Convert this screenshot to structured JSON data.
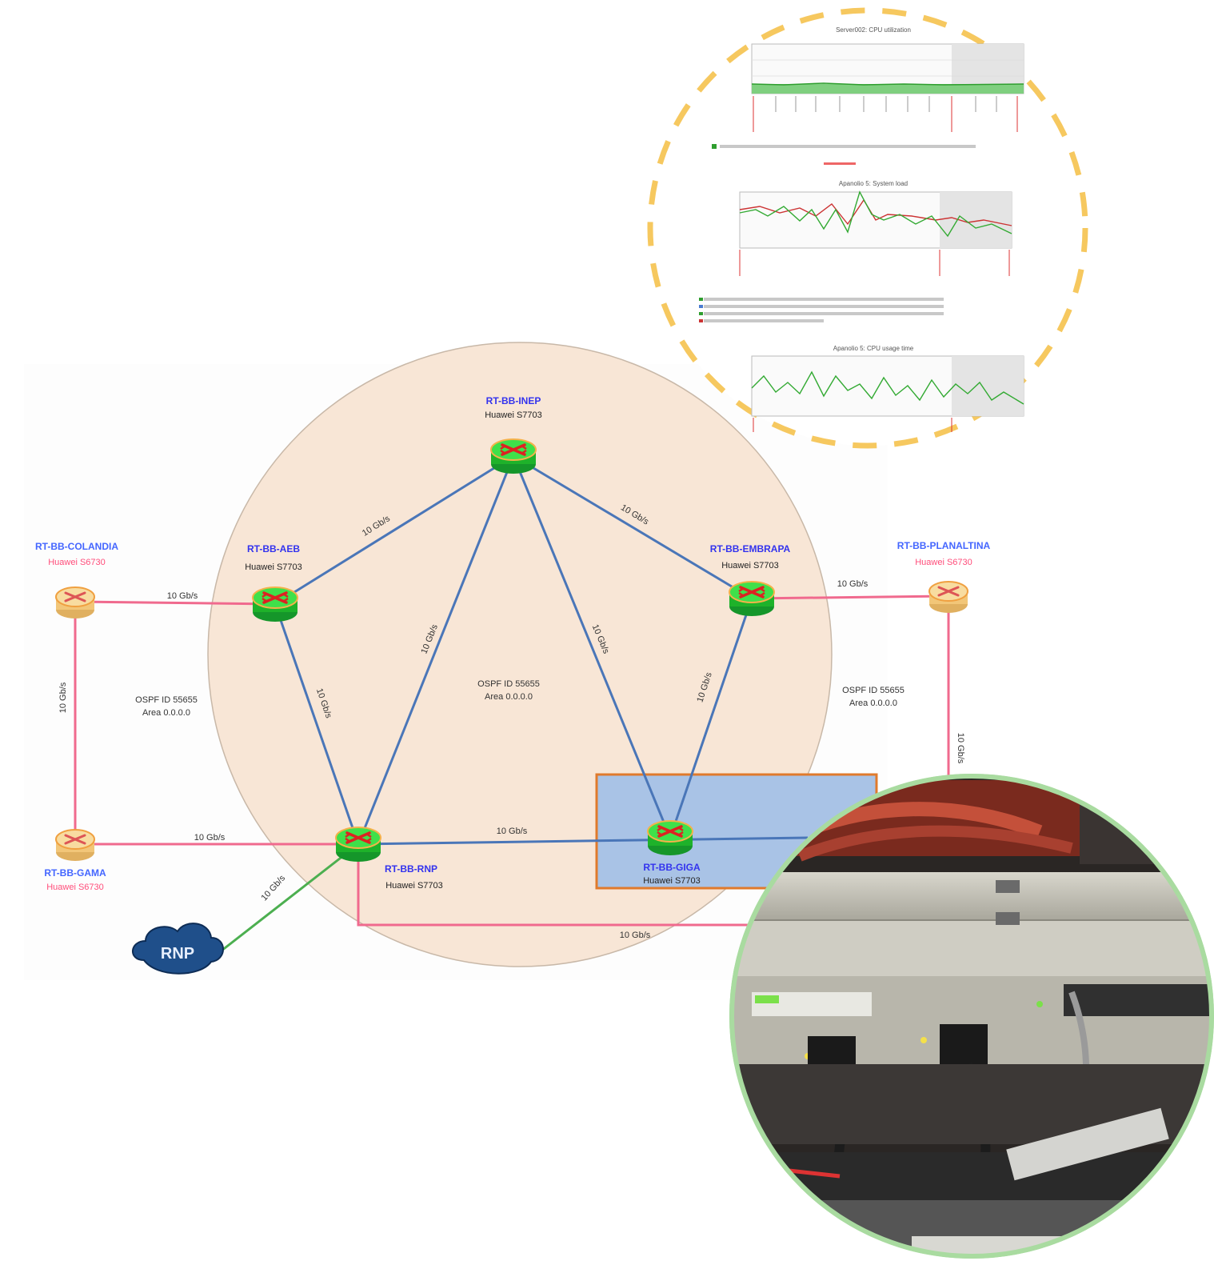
{
  "colors": {
    "core_link": "#4a76b8",
    "edge_link": "#f06a8e",
    "upstream_link": "#4caf50",
    "area_fill": "#f8e6d6",
    "router_core": "#22c72a",
    "router_edge": "#f4d38c",
    "name_core": "#3333ee",
    "name_edge": "#4466ff",
    "model_edge": "#ff4d7a",
    "highlight_box": "#a9c3e6",
    "highlight_border": "#e07a2c",
    "monitor_ring": "#f6c85f",
    "photo_ring": "#a9dba0",
    "cloud": "#1f4f8a"
  },
  "routers": {
    "inep": {
      "name": "RT-BB-INEP",
      "model": "Huawei S7703"
    },
    "aeb": {
      "name": "RT-BB-AEB",
      "model": "Huawei S7703"
    },
    "embrapa": {
      "name": "RT-BB-EMBRAPA",
      "model": "Huawei S7703"
    },
    "rnp": {
      "name": "RT-BB-RNP",
      "model": "Huawei S7703"
    },
    "giga": {
      "name": "RT-BB-GIGA",
      "model": "Huawei S7703"
    },
    "colandia": {
      "name": "RT-BB-COLANDIA",
      "model": "Huawei S6730"
    },
    "planaltina": {
      "name": "RT-BB-PLANALTINA",
      "model": "Huawei S6730"
    },
    "gama": {
      "name": "RT-BB-GAMA",
      "model": "Huawei S6730"
    }
  },
  "link_label": "10 Gb/s",
  "ospf": {
    "core": {
      "id": "OSPF ID 55655",
      "area": "Area 0.0.0.0"
    },
    "left": {
      "id": "OSPF ID 55655",
      "area": "Area 0.0.0.0"
    },
    "right": {
      "id": "OSPF ID 55655",
      "area": "Area 0.0.0.0"
    }
  },
  "cloud_label": "RNP",
  "monitor": {
    "chart1_title": "Server002: CPU utilization",
    "chart2_title": "Apanolio 5: System load",
    "chart3_title": "Apanolio 5: CPU usage time"
  },
  "icons": {
    "router": "router-icon",
    "cloud": "cloud-icon",
    "photo": "equipment-photo"
  }
}
